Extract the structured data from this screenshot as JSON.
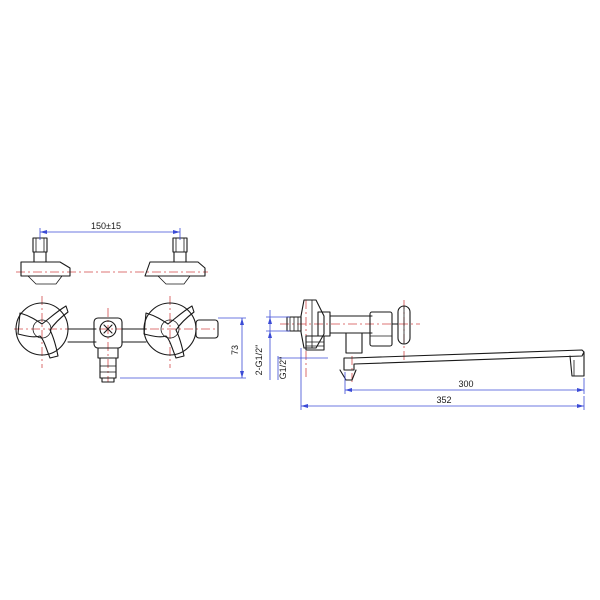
{
  "dimensions": {
    "spacing": "150±15",
    "height": "73",
    "inlet_thread": "2-G1/2\"",
    "outlet_thread": "G1/2\"",
    "spout_reach": "300",
    "overall_length": "352"
  },
  "colors": {
    "outline": "#1a1a1a",
    "centerline": "#d24a4a",
    "dimension": "#3b4bd6"
  }
}
